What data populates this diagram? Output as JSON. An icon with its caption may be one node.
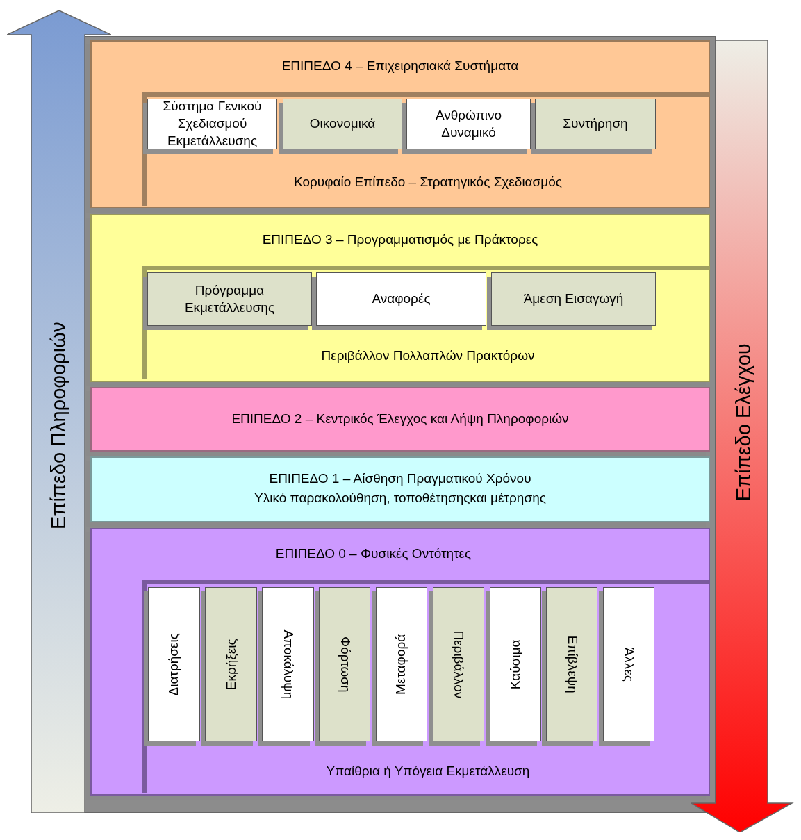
{
  "diagram": {
    "nodes": [
      {
        "text": [
          "ΕΠΙΠΕΔΟ 4 – Επιχειρησιακά Συστήματα",
          "Κορυφαίο Επίπεδο – Στρατηγικός Σχεδιασμός"
        ]
      },
      {
        "text": [
          "Σύστημα Γενικού Σχεδιασμού Εκμετάλλευσης"
        ],
        "in": 0
      },
      {
        "text": [
          "Οικονομικά"
        ],
        "in": 0
      },
      {
        "text": [
          "Ανθρώπινο Δυναμικό"
        ],
        "in": 0
      },
      {
        "text": [
          "Συντήρηση"
        ],
        "in": 0
      },
      {
        "text": [
          "ΕΠΙΠΕΔΟ 3 – Προγραμματισμός με Πράκτορες",
          "Περιβάλλον Πολλαπλών Πρακτόρων"
        ]
      },
      {
        "text": [
          "Πρόγραμμα Εκμετάλλευσης"
        ],
        "in": 5
      },
      {
        "text": [
          "Αναφορές"
        ],
        "in": 5
      },
      {
        "text": [
          "Άμεση Εισαγωγή"
        ],
        "in": 5
      },
      {
        "text": [
          "ΕΠΙΠΕΔΟ 2 – Κεντρικός Έλεγχος και Λήψη Πληροφοριών"
        ]
      },
      {
        "text": [
          "ΕΠΙΠΕΔΟ 1 – Αίσθηση Πραγματικού Χρόνου",
          "Υλικό παρακολούθηση, τοποθέτησηςκαι μέτρησης"
        ]
      },
      {
        "text": [
          "ΕΠΙΠΕΔΟ 0 – Φυσικές Οντότητες",
          "Υπαίθρια ή Υπόγεια Εκμετάλλευση"
        ]
      },
      {
        "text": [
          "Διατρήσεις"
        ],
        "in": 11
      },
      {
        "text": [
          "Εκρήξεις"
        ],
        "in": 11
      },
      {
        "text": [
          "Αποκάλυψη"
        ],
        "in": 11
      },
      {
        "text": [
          "Φόρτωση"
        ],
        "in": 11
      },
      {
        "text": [
          "Μεταφορά"
        ],
        "in": 11
      },
      {
        "text": [
          "Περιβάλλον"
        ],
        "in": 11
      },
      {
        "text": [
          "Καύσιμα"
        ],
        "in": 11
      },
      {
        "text": [
          "Επίβλεψη"
        ],
        "in": 11
      },
      {
        "text": [
          "Άλλες"
        ],
        "in": 11
      },
      {
        "text": [
          "Επίπεδο Πληροφοριών"
        ]
      },
      {
        "text": [
          "Επίπεδο Ελέγχου"
        ]
      }
    ]
  }
}
